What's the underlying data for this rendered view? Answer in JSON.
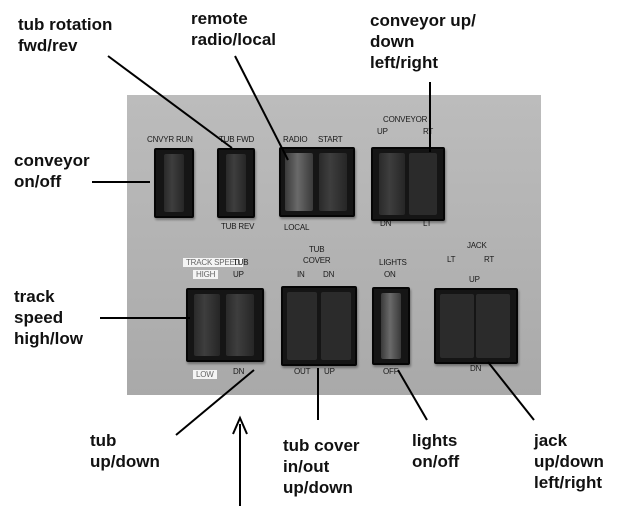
{
  "callouts": {
    "tub_rotation": "tub rotation\nfwd/rev",
    "remote_radio": "remote\nradio/local",
    "conveyor_updown": "conveyor up/\ndown\nleft/right",
    "conveyor_onoff": "conveyor\non/off",
    "track_speed": "track\nspeed\nhigh/low",
    "tub_updown": "tub\nup/down",
    "tub_cover": "tub cover\nin/out\nup/down",
    "lights": "lights\non/off",
    "jack": "jack\nup/down\nleft/right"
  },
  "panel_labels": {
    "cnvyr_run": "CNVYR RUN",
    "tub_fwd": "TUB FWD",
    "tub_rev": "TUB REV",
    "radio": "RADIO",
    "start": "START",
    "local": "LOCAL",
    "conveyor": "CONVEYOR",
    "up": "UP",
    "rt": "RT",
    "dn": "DN",
    "lt": "LT",
    "track_speed": "TRACK SPEED",
    "high": "HIGH",
    "low": "LOW",
    "tub": "TUB",
    "tub_up": "UP",
    "tub_dn": "DN",
    "tub_cover_tub": "TUB",
    "tub_cover": "COVER",
    "in": "IN",
    "dn2": "DN",
    "out": "OUT",
    "up2": "UP",
    "lights": "LIGHTS",
    "on": "ON",
    "off": "OFF",
    "jack": "JACK",
    "jack_lt": "LT",
    "jack_rt": "RT",
    "jack_up": "UP",
    "jack_dn": "DN"
  }
}
